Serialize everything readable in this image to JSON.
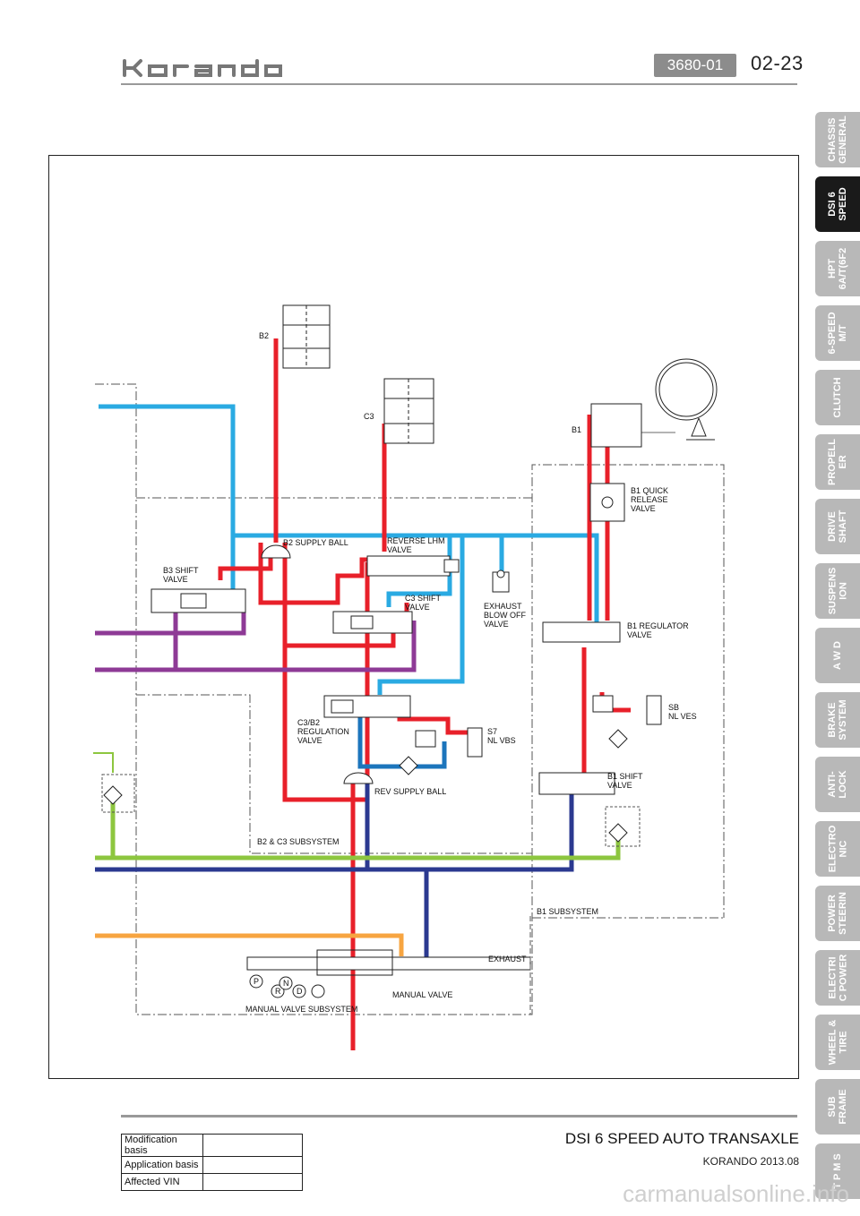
{
  "header": {
    "brand_logo": "korando",
    "doc_code": "3680-01",
    "page_number": "02-23"
  },
  "side_tabs": [
    {
      "label": "CHASSIS\nGENERAL",
      "active": false
    },
    {
      "label": "DSI 6\nSPEED",
      "active": true
    },
    {
      "label": "HPT\n6A/T(6F2",
      "active": false
    },
    {
      "label": "6-SPEED\nM/T",
      "active": false
    },
    {
      "label": "CLUTCH",
      "active": false
    },
    {
      "label": "PROPELL\nER",
      "active": false
    },
    {
      "label": "DRIVE\nSHAFT",
      "active": false
    },
    {
      "label": "SUSPENS\nION",
      "active": false
    },
    {
      "label": "A W D",
      "active": false
    },
    {
      "label": "BRAKE\nSYSTEM",
      "active": false
    },
    {
      "label": "ANTI-\nLOCK",
      "active": false
    },
    {
      "label": "ELECTRO\nNIC",
      "active": false
    },
    {
      "label": "POWER\nSTEERIN",
      "active": false
    },
    {
      "label": "ELECTRI\nC POWER",
      "active": false
    },
    {
      "label": "WHEEL &\nTIRE",
      "active": false
    },
    {
      "label": "SUB\nFRAME",
      "active": false
    },
    {
      "label": "T P M S",
      "active": false
    }
  ],
  "diagram": {
    "labels": {
      "b2": "B2",
      "c3": "C3",
      "b1": "B1",
      "b1_quick": [
        "B1 QUICK",
        "RELEASE",
        "VALVE"
      ],
      "b2_supply_ball": "B2 SUPPLY BALL",
      "reverse_lhm": [
        "REVERSE LHM",
        "VALVE"
      ],
      "b3_shift": [
        "B3 SHIFT",
        "VALVE"
      ],
      "c3_shift": [
        "C3 SHIFT",
        "VALVE"
      ],
      "exhaust_blow": [
        "EXHAUST",
        "BLOW OFF",
        "VALVE"
      ],
      "b1_regulator": [
        "B1 REGULATOR",
        "VALVE"
      ],
      "sb": [
        "SB",
        "NL VES"
      ],
      "c3b2_reg": [
        "C3/B2",
        "REGULATION",
        "VALVE"
      ],
      "s7": [
        "S7",
        "NL VBS"
      ],
      "rev_supply_ball": "REV SUPPLY BALL",
      "b1_shift": [
        "B1 SHIFT",
        "VALVE"
      ],
      "b2c3_subsystem": "B2 & C3 SUBSYSTEM",
      "b1_subsystem": "B1 SUBSYSTEM",
      "exhaust": "EXHAUST",
      "manual_valve": "MANUAL VALVE",
      "manual_valve_subsystem": "MANUAL VALVE SUBSYSTEM",
      "gear_p": "P",
      "gear_r": "R",
      "gear_n": "N",
      "gear_d": "D"
    },
    "colors": {
      "red": "#e8202a",
      "light_blue": "#2aaae2",
      "dark_blue": "#2b3990",
      "mid_blue": "#1c75bc",
      "purple": "#8e3a96",
      "green": "#8dc63f",
      "orange": "#f7a541"
    }
  },
  "revision_table": [
    {
      "label": "Modification basis",
      "value": ""
    },
    {
      "label": "Application basis",
      "value": ""
    },
    {
      "label": "Affected VIN",
      "value": ""
    }
  ],
  "footer": {
    "title": "DSI 6 SPEED AUTO TRANSAXLE",
    "subtitle": "KORANDO 2013.08",
    "watermark": "carmanualsonline.info"
  }
}
